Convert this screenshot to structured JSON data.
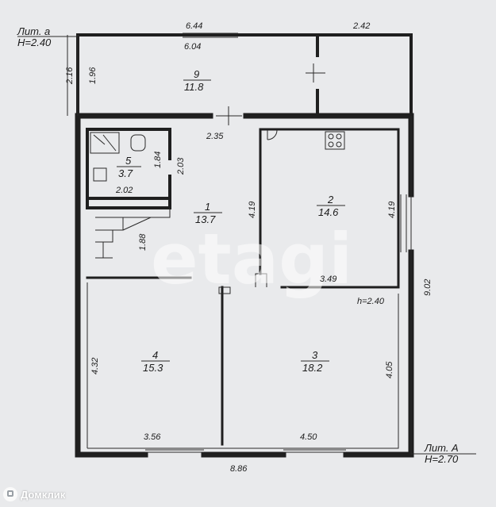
{
  "annotations": {
    "lit_a_label": "Лит. a",
    "lit_a_height": "H=2.40",
    "lit_A_label": "Лит. A",
    "lit_A_height": "H=2.70",
    "room3_height": "h=2.40"
  },
  "dimensions": {
    "top_left": "6.44",
    "top_left_inner": "6.04",
    "top_right": "2.42",
    "left_outer": "2.16",
    "left_inner": "1.96",
    "door_width": "2.35",
    "bath_height_a": "1.84",
    "bath_height_b": "2.03",
    "bath_width": "2.02",
    "stair_len": "1.88",
    "room2_left": "4.19",
    "room2_right": "4.19",
    "room2_bottom": "3.49",
    "right_total": "9.02",
    "room4_left": "4.32",
    "room3_right": "4.05",
    "bottom_left": "3.56",
    "bottom_right": "4.50",
    "bottom_total": "8.86"
  },
  "rooms": [
    {
      "number": "1",
      "area": "13.7"
    },
    {
      "number": "2",
      "area": "14.6"
    },
    {
      "number": "3",
      "area": "18.2"
    },
    {
      "number": "4",
      "area": "15.3"
    },
    {
      "number": "5",
      "area": "3.7"
    },
    {
      "number": "9",
      "area": "11.8"
    }
  ],
  "watermark": "etagi",
  "brand": {
    "name": "Домклик",
    "icon": "domclick-logo-icon"
  }
}
